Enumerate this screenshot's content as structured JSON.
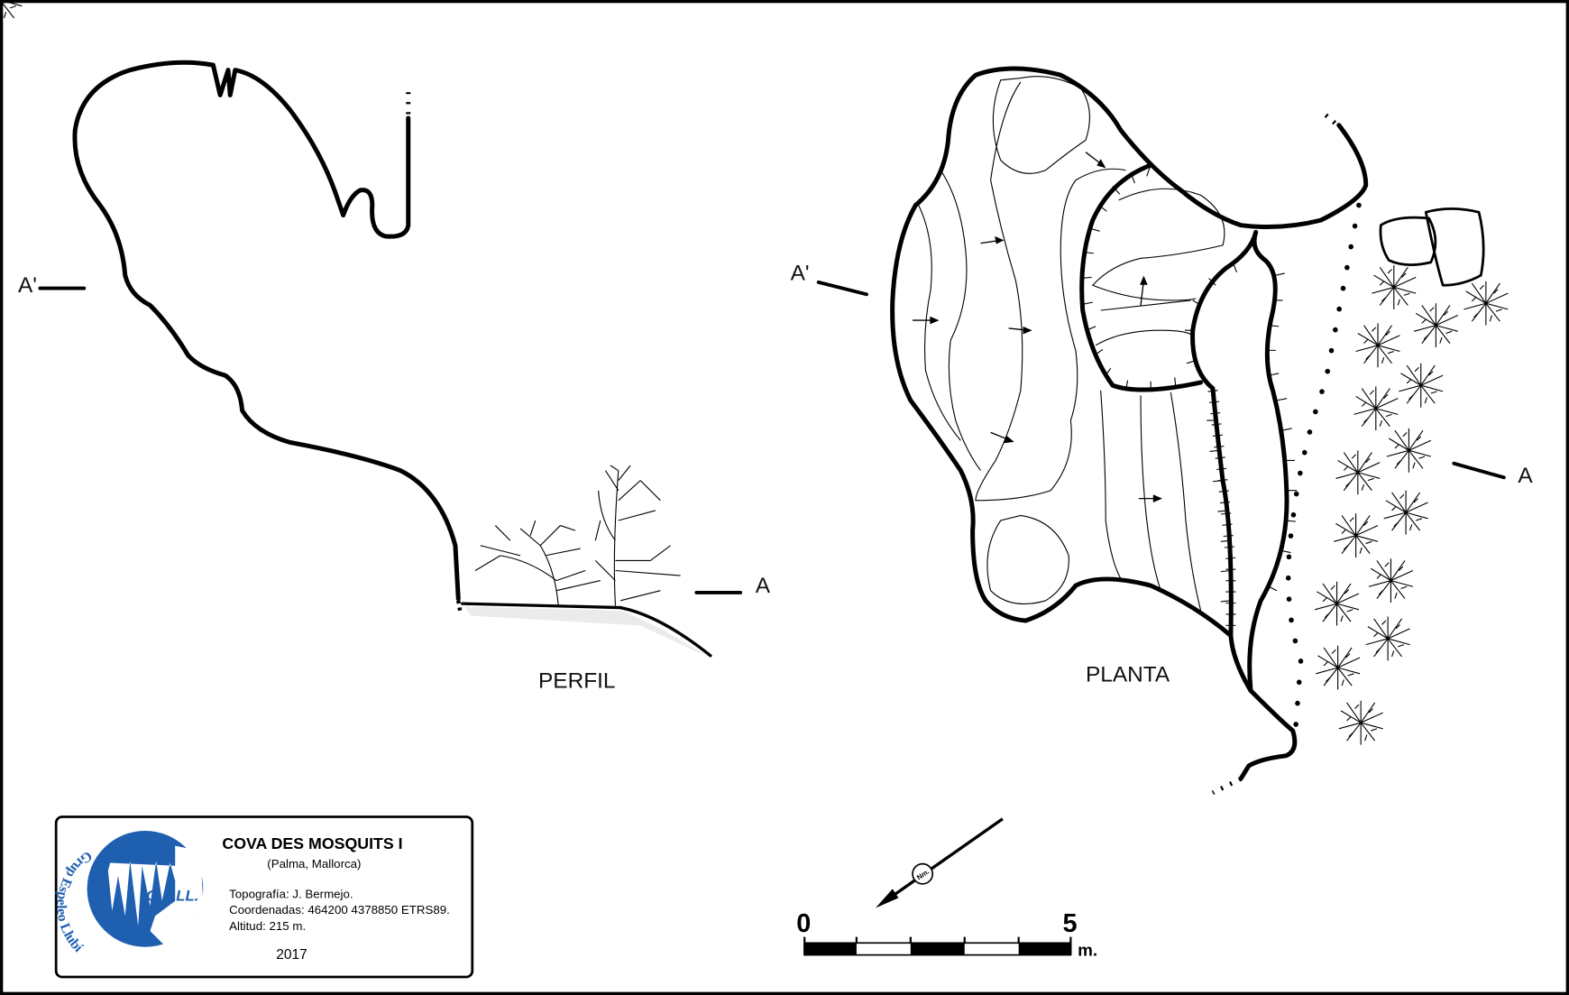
{
  "profile": {
    "title": "PERFIL",
    "section_start": "A'",
    "section_end": "A"
  },
  "plan": {
    "title": "PLANTA",
    "section_start": "A'",
    "section_end": "A"
  },
  "legend": {
    "cave_name": "COVA DES MOSQUITS I",
    "location": "(Palma, Mallorca)",
    "topography": "Topografía: J. Bermejo.",
    "coordinates": "Coordenadas: 464200 4378850  ETRS89.",
    "altitude": "Altitud: 215 m.",
    "year": "2017",
    "logo_text": "G.E.LL.",
    "logo_ring_text": "Grup Espeleo Llubí",
    "logo_color": "#1f5fb0"
  },
  "north_arrow": {
    "label": "Nm."
  },
  "scale_bar": {
    "start": "0",
    "end": "5",
    "unit": "m."
  }
}
